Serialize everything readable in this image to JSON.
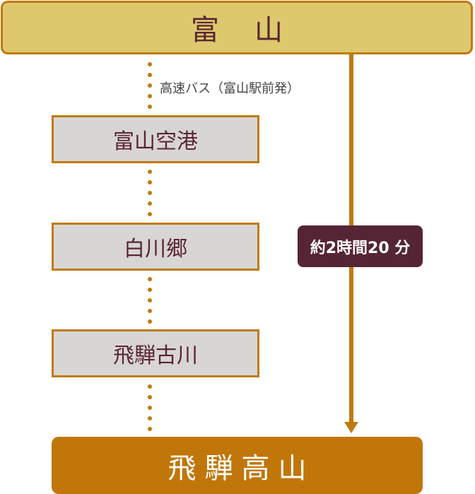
{
  "origin": {
    "label": "富山"
  },
  "route": {
    "mode_label": "高速バス（富山駅前発）",
    "stops": [
      {
        "label": "富山空港"
      },
      {
        "label": "白川郷"
      },
      {
        "label": "飛騨古川"
      }
    ]
  },
  "direct": {
    "duration_label": "約2時間20 分"
  },
  "destination": {
    "label": "飛騨高山"
  },
  "colors": {
    "accent": "#c07a0e",
    "origin_fill": "#dec86d",
    "stop_fill": "#d8d6d5",
    "text_dark": "#5a2632",
    "badge_fill": "#552535",
    "destination_fill": "#c07609"
  }
}
